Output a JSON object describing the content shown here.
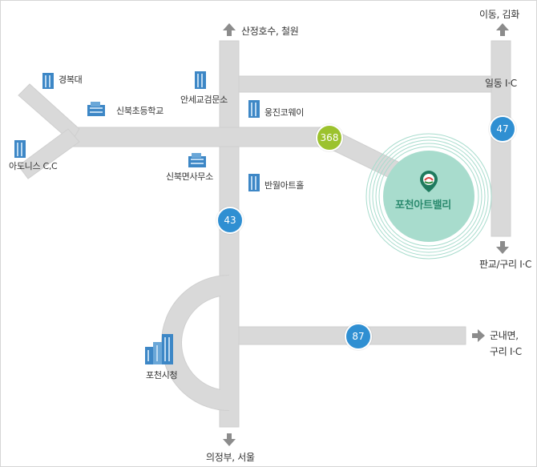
{
  "colors": {
    "road": "#d9d9d9",
    "road_edge": "#c8c8c8",
    "arrow": "#8c8c8c",
    "highway_badge": "#2f8fd2",
    "local_badge": "#9cc22e",
    "destination_circle": "#a8dccd",
    "destination_text": "#2a8a6e"
  },
  "destination": {
    "name": "포천아트밸리",
    "icon": "map-pin-icon"
  },
  "roads": {
    "r47": "47",
    "r43": "43",
    "r87": "87",
    "r368": "368"
  },
  "places": {
    "gyeongbok_univ": "경복대",
    "sinbuk_elem": "신북초등학교",
    "anse_inspection": "안세교검문소",
    "woongjin_coway": "웅진코웨이",
    "adonis_cc": "아도니스 C,C",
    "sinbuk_office": "신북면사무소",
    "banwol_art_hall": "반월아트홀",
    "pocheon_city_hall": "포천시청"
  },
  "directions": {
    "north": "산정호수, 철원",
    "east_top": "이동, 김화",
    "ildong_ic": "일동 I·C",
    "pangyo_guri_ic": "판교/구리 I·C",
    "gunnae_line1": "군내면,",
    "gunnae_line2": "구리 I·C",
    "south": "의정부, 서울"
  },
  "icons": {
    "building": "building-icon",
    "arrow": "direction-arrow-icon"
  }
}
